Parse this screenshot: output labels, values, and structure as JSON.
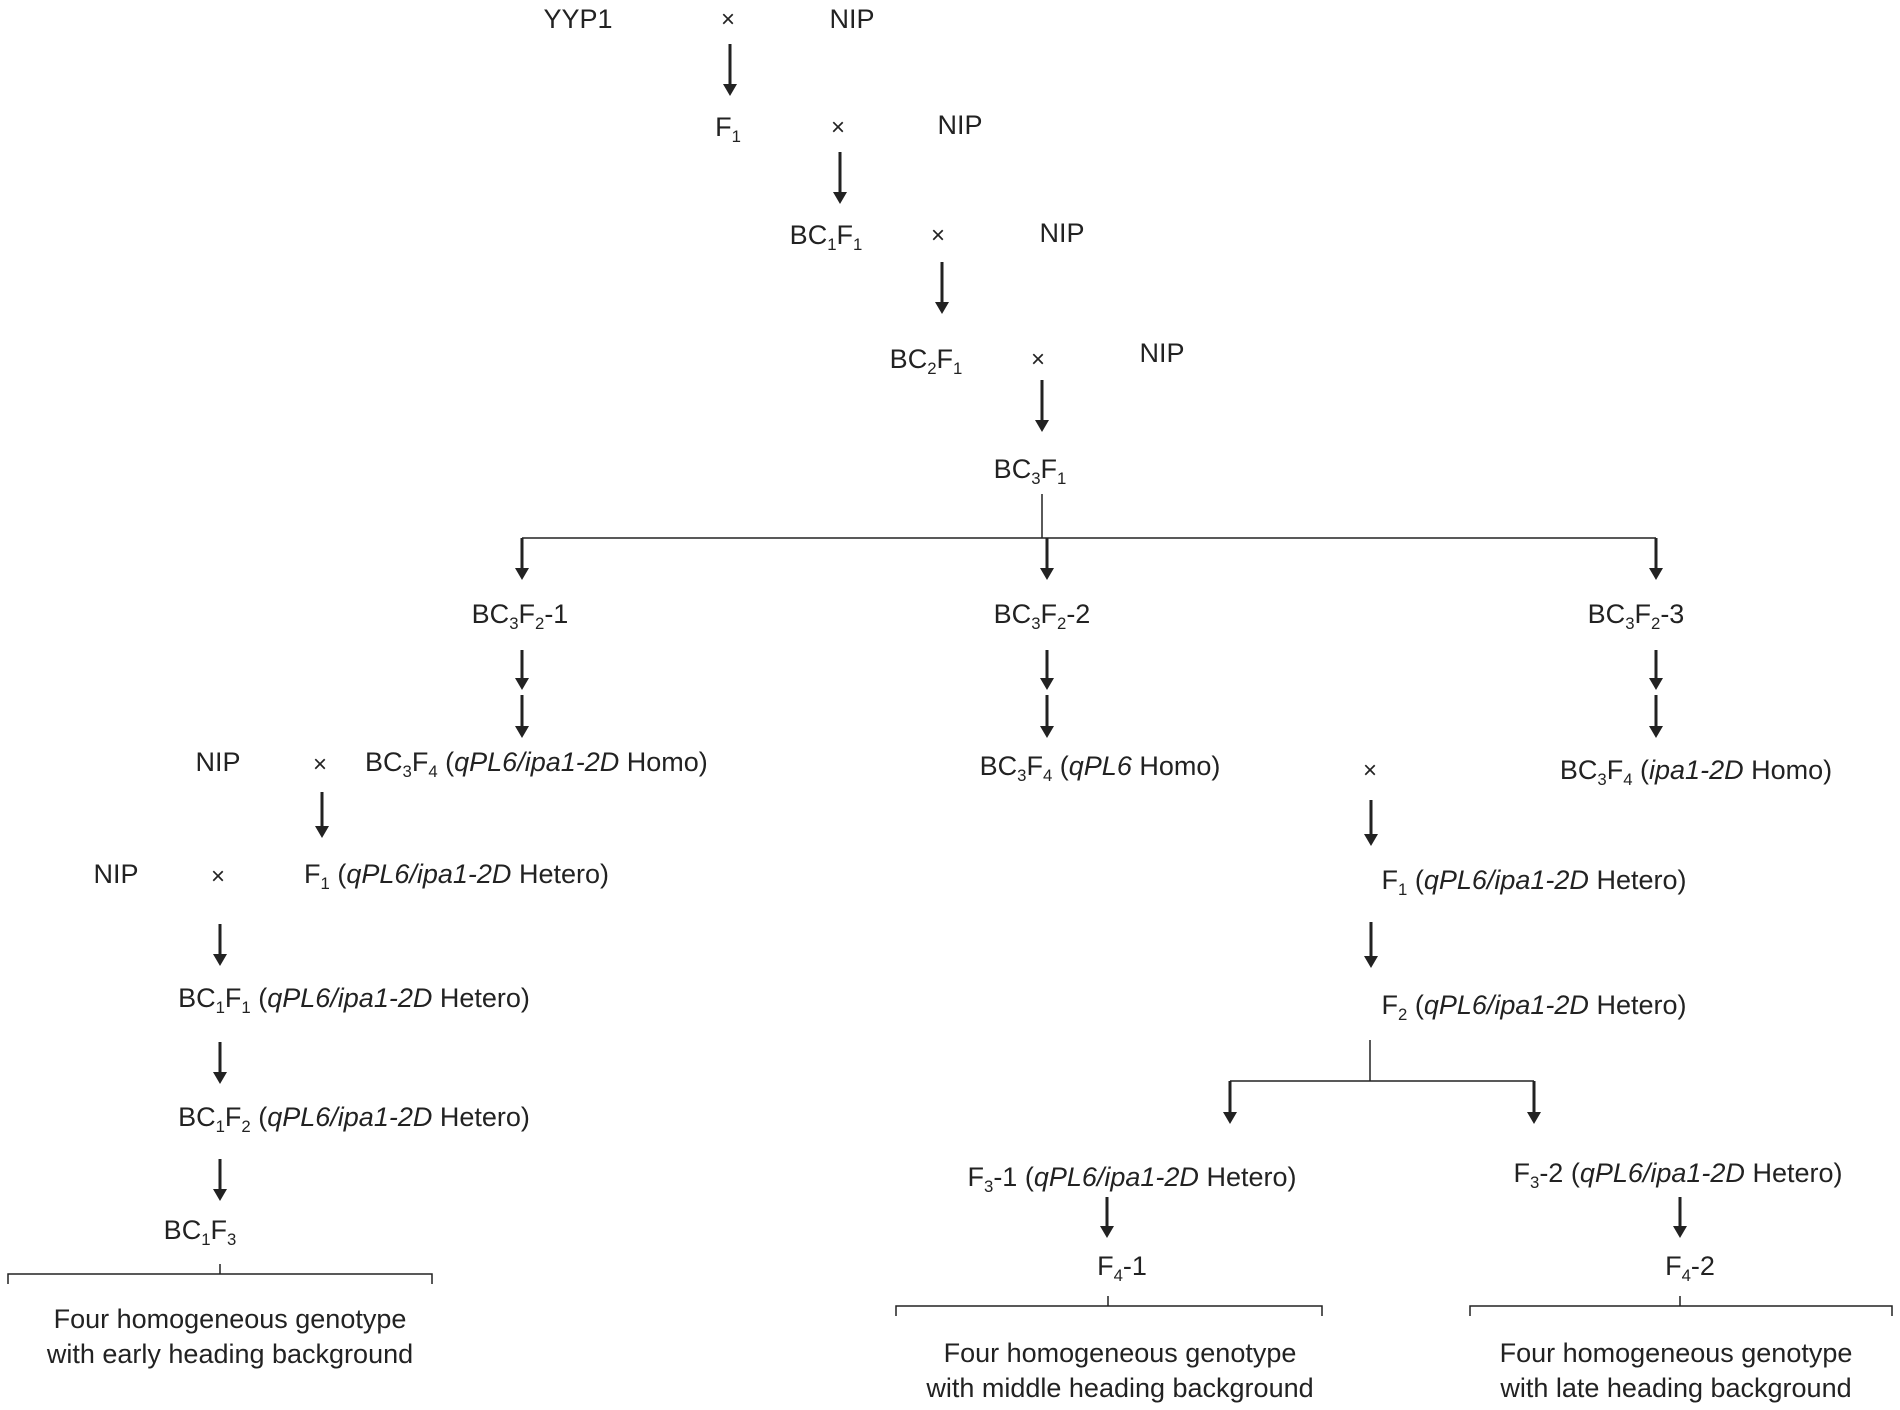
{
  "parents": {
    "p1": "YYP1",
    "p2": "NIP",
    "cross": "×"
  },
  "backcross": {
    "f1": [
      "F",
      "1"
    ],
    "bc1f1": [
      "BC",
      "1",
      "F",
      "1"
    ],
    "bc2f1": [
      "BC",
      "2",
      "F",
      "1"
    ],
    "bc3f1": [
      "BC",
      "3",
      "F",
      "1"
    ],
    "recurrent_parent": "NIP"
  },
  "lines": {
    "l1": [
      "BC",
      "3",
      "F",
      "2",
      "-1"
    ],
    "l2": [
      "BC",
      "3",
      "F",
      "2",
      "-2"
    ],
    "l3": [
      "BC",
      "3",
      "F",
      "2",
      "-3"
    ]
  },
  "homo": {
    "h1": {
      "prefix": [
        "BC",
        "3",
        "F",
        "4",
        " ("
      ],
      "italic": "qPL6/ipa1-2D",
      "suffix": " Homo)"
    },
    "h2": {
      "prefix": [
        "BC",
        "3",
        "F",
        "4",
        " ("
      ],
      "italic": "qPL6",
      "suffix": " Homo)"
    },
    "h3": {
      "prefix": [
        "BC",
        "3",
        "F",
        "4",
        " ("
      ],
      "italic": "ipa1-2D",
      "suffix": " Homo)"
    }
  },
  "left_branch": {
    "nip": "NIP",
    "f1": {
      "prefix": [
        "F",
        "1",
        " ("
      ],
      "italic": "qPL6/ipa1-2D",
      "suffix": " Hetero)"
    },
    "bc1f1": {
      "prefix": [
        "BC",
        "1",
        "F",
        "1",
        " ("
      ],
      "italic": "qPL6/ipa1-2D",
      "suffix": " Hetero)"
    },
    "bc1f2": {
      "prefix": [
        "BC",
        "1",
        "F",
        "2",
        " ("
      ],
      "italic": "qPL6/ipa1-2D",
      "suffix": " Hetero)"
    },
    "bc1f3": [
      "BC",
      "1",
      "F",
      "3"
    ],
    "caption": [
      "Four homogeneous genotype",
      "with early heading background"
    ]
  },
  "right_branch": {
    "f1": {
      "prefix": [
        "F",
        "1",
        " ("
      ],
      "italic": "qPL6/ipa1-2D",
      "suffix": " Hetero)"
    },
    "f2": {
      "prefix": [
        "F",
        "2",
        " ("
      ],
      "italic": "qPL6/ipa1-2D",
      "suffix": " Hetero)"
    },
    "f3_1": {
      "prefix": [
        "F",
        "3",
        "-1 ("
      ],
      "italic": "qPL6/ipa1-2D",
      "suffix": " Hetero)"
    },
    "f3_2": {
      "prefix": [
        "F",
        "3",
        "-2 ("
      ],
      "italic": "qPL6/ipa1-2D",
      "suffix": " Hetero)"
    },
    "f4_1": [
      "F",
      "4",
      "-1"
    ],
    "f4_2": [
      "F",
      "4",
      "-2"
    ],
    "caption_middle": [
      "Four homogeneous genotype",
      "with middle heading background"
    ],
    "caption_late": [
      "Four homogeneous genotype",
      "with late heading background"
    ]
  }
}
